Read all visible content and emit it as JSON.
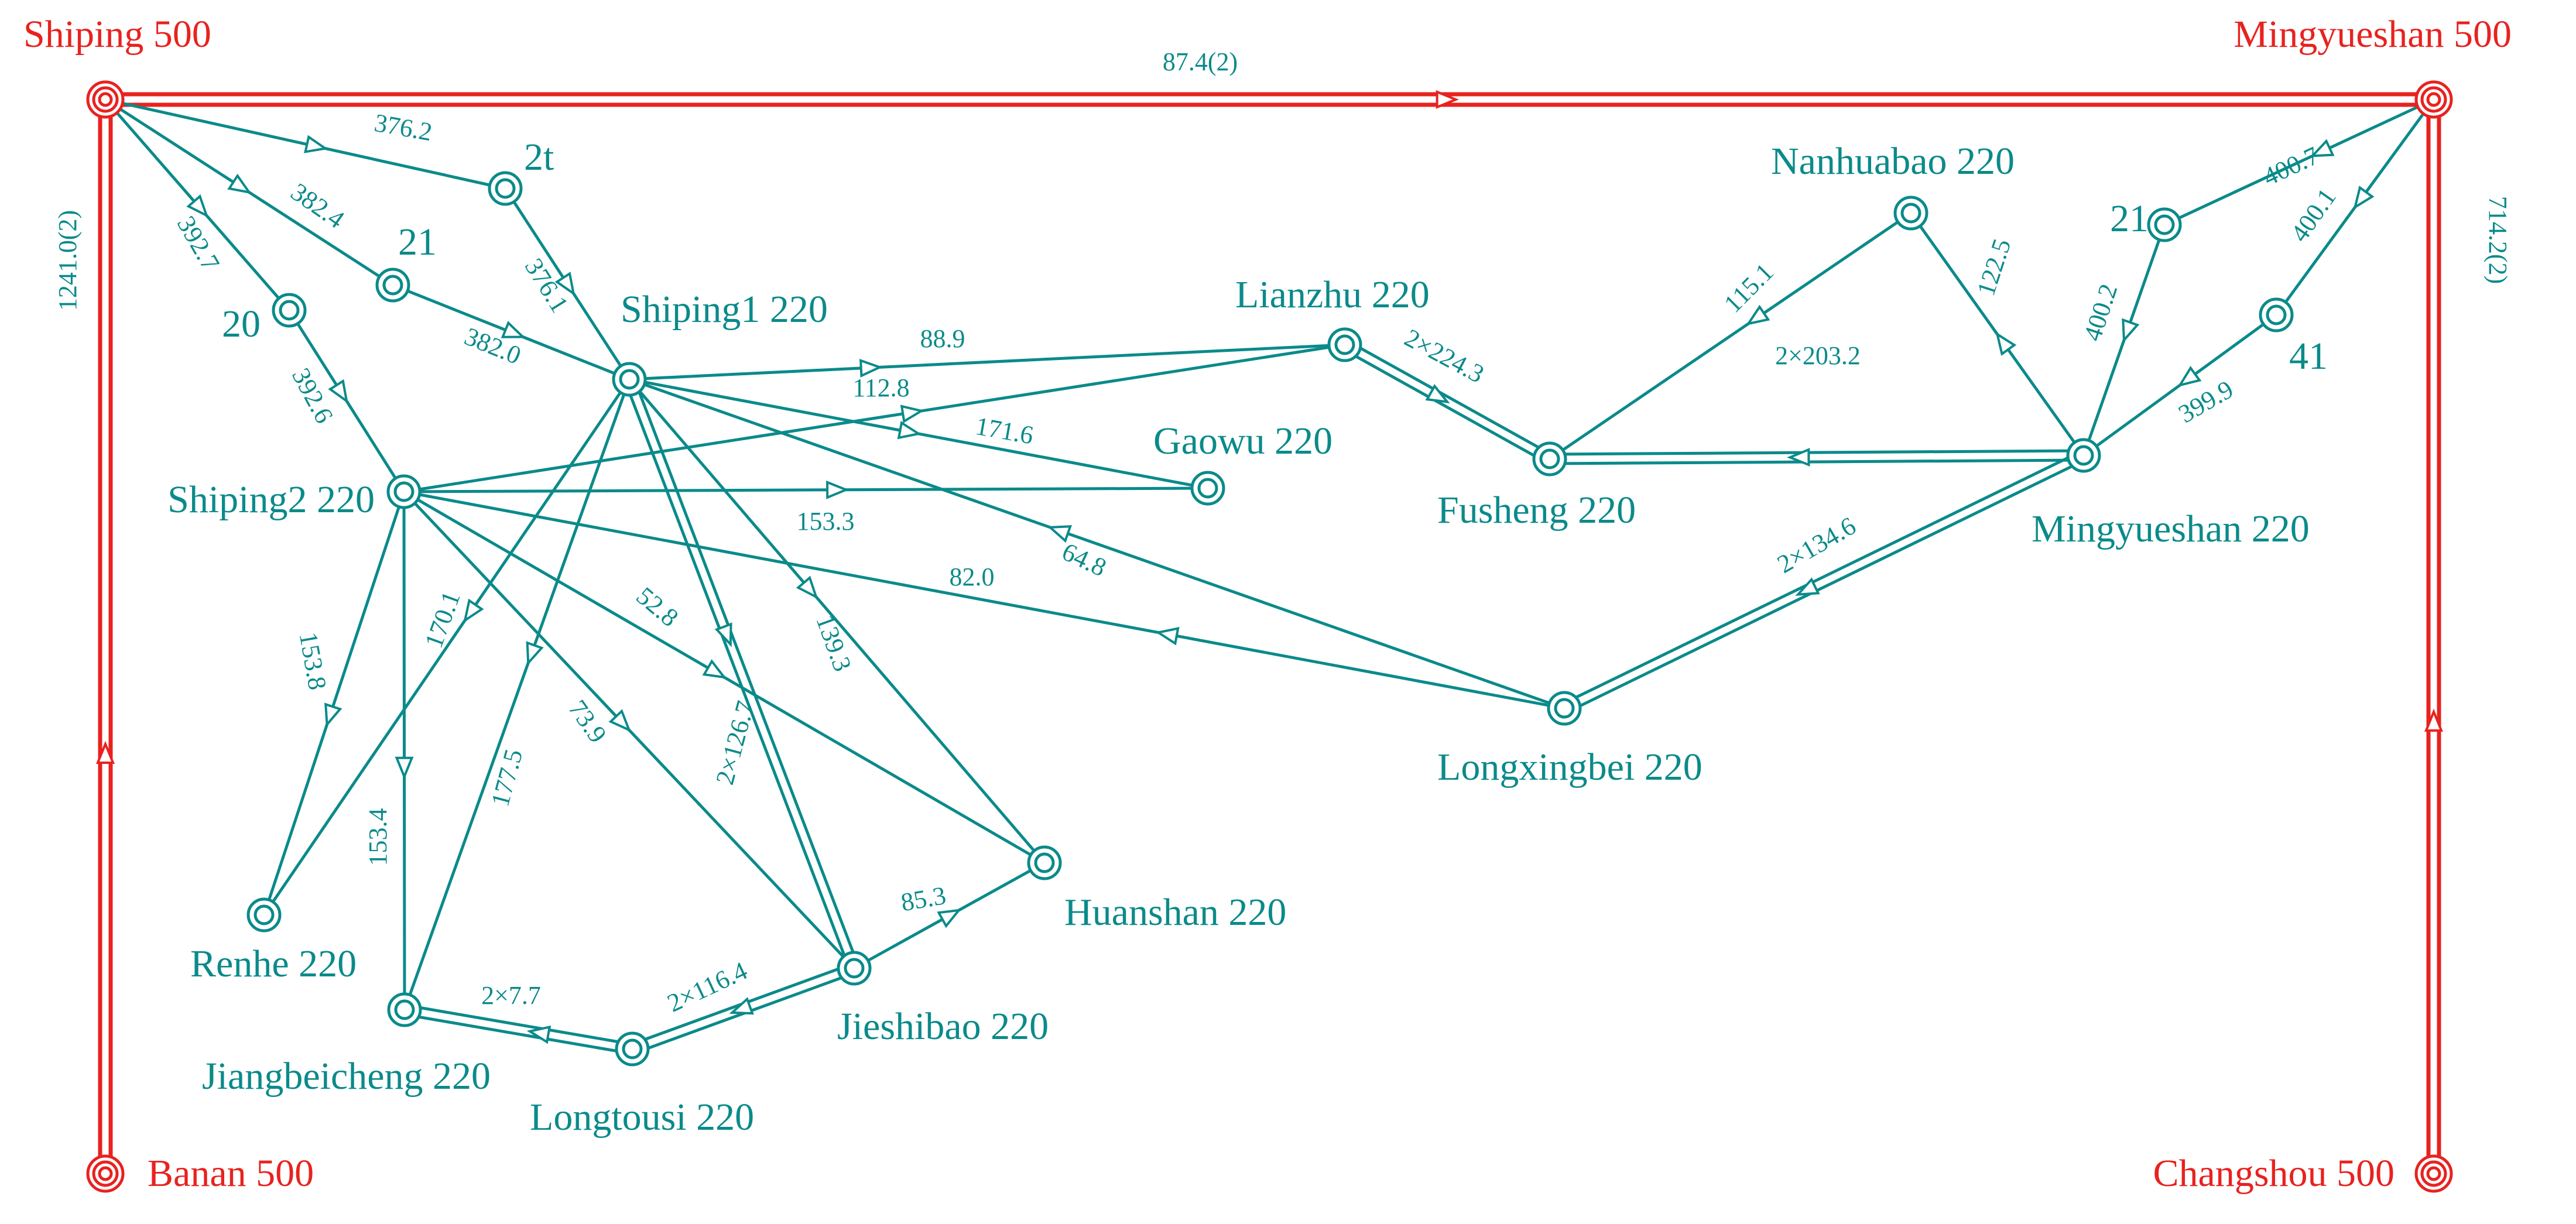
{
  "colors": {
    "line_220": "#0b8a8a",
    "line_500": "#e8221f",
    "background": "#ffffff"
  },
  "nodes": [
    {
      "id": "shiping500",
      "name": "Shiping 500",
      "kind": "500"
    },
    {
      "id": "mingyueshan500",
      "name": "Mingyueshan 500",
      "kind": "500"
    },
    {
      "id": "banan500",
      "name": "Banan 500",
      "kind": "500"
    },
    {
      "id": "changshou500",
      "name": "Changshou 500",
      "kind": "500"
    },
    {
      "id": "t2t",
      "name": "2t",
      "kind": "t"
    },
    {
      "id": "t21a",
      "name": "21",
      "kind": "t"
    },
    {
      "id": "t20",
      "name": "20",
      "kind": "t"
    },
    {
      "id": "t21b",
      "name": "21",
      "kind": "t"
    },
    {
      "id": "t41",
      "name": "41",
      "kind": "t"
    },
    {
      "id": "shiping1",
      "name": "Shiping1 220",
      "kind": "220"
    },
    {
      "id": "shiping2",
      "name": "Shiping2 220",
      "kind": "220"
    },
    {
      "id": "lianzhu",
      "name": "Lianzhu 220",
      "kind": "220"
    },
    {
      "id": "gaowu",
      "name": "Gaowu 220",
      "kind": "220"
    },
    {
      "id": "fusheng",
      "name": "Fusheng 220",
      "kind": "220"
    },
    {
      "id": "nanhuabao",
      "name": "Nanhuabao 220",
      "kind": "220"
    },
    {
      "id": "mingyueshan220",
      "name": "Mingyueshan 220",
      "kind": "220"
    },
    {
      "id": "longxingbei",
      "name": "Longxingbei 220",
      "kind": "220"
    },
    {
      "id": "huanshan",
      "name": "Huanshan 220",
      "kind": "220"
    },
    {
      "id": "jieshibao",
      "name": "Jieshibao 220",
      "kind": "220"
    },
    {
      "id": "longtousi",
      "name": "Longtousi 220",
      "kind": "220"
    },
    {
      "id": "jiangbeicheng",
      "name": "Jiangbeicheng 220",
      "kind": "220"
    },
    {
      "id": "renhe",
      "name": "Renhe 220",
      "kind": "220"
    }
  ],
  "lines_500": [
    {
      "id": "shiping500-mingyueshan500",
      "label": "87.4(2)"
    },
    {
      "id": "banan500-shiping500",
      "label": "1241.0(2)"
    },
    {
      "id": "changshou500-mingyueshan500",
      "label": "714.2(2)"
    }
  ],
  "lines_220": [
    {
      "id": "s500-2t",
      "label": "376.2"
    },
    {
      "id": "2t-shiping1",
      "label": "376.1"
    },
    {
      "id": "s500-21",
      "label": "382.4"
    },
    {
      "id": "21-shiping1",
      "label": "382.0"
    },
    {
      "id": "s500-20",
      "label": "392.7"
    },
    {
      "id": "20-shiping2",
      "label": "392.6"
    },
    {
      "id": "shiping1-lianzhu",
      "label": "88.9"
    },
    {
      "id": "shiping2-lianzhu",
      "label": "112.8"
    },
    {
      "id": "shiping1-gaowu",
      "label": "171.6"
    },
    {
      "id": "shiping2-gaowu",
      "label": "153.3"
    },
    {
      "id": "longxingbei-shiping1",
      "label": "64.8"
    },
    {
      "id": "longxingbei-shiping2",
      "label": "82.0"
    },
    {
      "id": "shiping2-renhe",
      "label": "153.8"
    },
    {
      "id": "shiping2-jiangbeicheng",
      "label": "153.4"
    },
    {
      "id": "shiping1-renhe",
      "label": "170.1"
    },
    {
      "id": "shiping1-jiangbeicheng",
      "label": "177.5"
    },
    {
      "id": "shiping2-jieshibao",
      "label": "73.9"
    },
    {
      "id": "shiping2-huanshan",
      "label": "52.8"
    },
    {
      "id": "shiping1-huanshan",
      "label": "139.3"
    },
    {
      "id": "shiping1-jieshibao",
      "label": "2×126.7"
    },
    {
      "id": "jieshibao-huanshan",
      "label": "85.3"
    },
    {
      "id": "jieshibao-longtousi",
      "label": "2×116.4"
    },
    {
      "id": "longtousi-jiangbeicheng",
      "label": "2×7.7"
    },
    {
      "id": "lianzhu-fusheng",
      "label": "2×224.3"
    },
    {
      "id": "nanhuabao-fusheng",
      "label": "115.1"
    },
    {
      "id": "mingyueshan220-fusheng",
      "label": "2×203.2"
    },
    {
      "id": "mingyueshan220-nanhuabao",
      "label": "122.5"
    },
    {
      "id": "mingyueshan220-longxingbei",
      "label": "2×134.6"
    },
    {
      "id": "m500-21",
      "label": "400.7"
    },
    {
      "id": "21-mingyueshan220",
      "label": "400.2"
    },
    {
      "id": "m500-41",
      "label": "400.1"
    },
    {
      "id": "41-mingyueshan220",
      "label": "399.9"
    }
  ]
}
